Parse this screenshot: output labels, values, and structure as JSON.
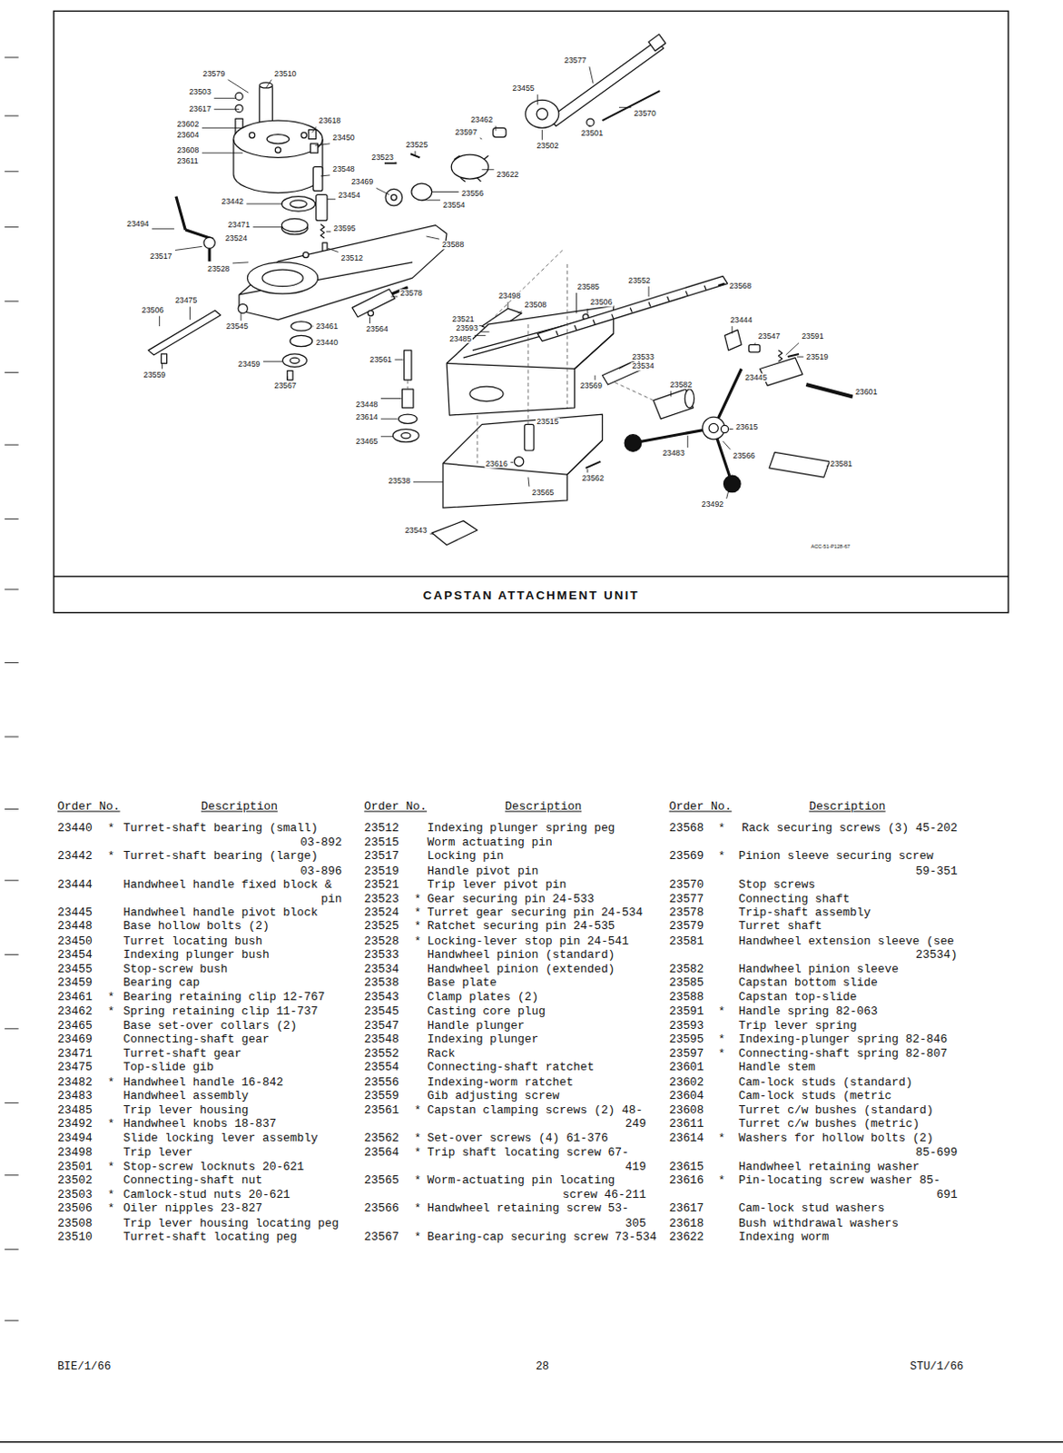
{
  "diagram": {
    "title": "CAPSTAN ATTACHMENT UNIT",
    "labels": [
      "23579",
      "23510",
      "23503",
      "23617",
      "23602",
      "23604",
      "23608",
      "23611",
      "23618",
      "23450",
      "23525",
      "23523",
      "23548",
      "23469",
      "23454",
      "23442",
      "23471",
      "23595",
      "23524",
      "23494",
      "23517",
      "23528",
      "23512",
      "23588",
      "23577",
      "23455",
      "23462",
      "23597",
      "23570",
      "23501",
      "23502",
      "23622",
      "23556",
      "23554",
      "23475",
      "23506",
      "23545",
      "23461",
      "23440",
      "23459",
      "23567",
      "23559",
      "23578",
      "23564",
      "23498",
      "23508",
      "23521",
      "23593",
      "23485",
      "23585",
      "23506",
      "23552",
      "23568",
      "23444",
      "23547",
      "23591",
      "23519",
      "23445",
      "23601",
      "23561",
      "23533",
      "23534",
      "23569",
      "23582",
      "23448",
      "23614",
      "23465",
      "23515",
      "23615",
      "23483",
      "23566",
      "23581",
      "23616",
      "23562",
      "23538",
      "23565",
      "23492",
      "23543",
      "ACC-51-P128-67",
      "Order No.",
      "Description",
      "Order No.",
      "Description",
      "Order No.",
      "Description",
      "23440",
      "*",
      "Turret-shaft bearing (small) 03-892",
      "23442",
      "*",
      "Turret-shaft bearing (large) 03-896",
      "23444",
      "Handwheel handle fixed block & pin",
      "23445",
      "Handwheel handle pivot block",
      "23448",
      "Base hollow bolts (2)",
      "23450",
      "Turret locating bush",
      "23454",
      "Indexing plunger bush",
      "23455",
      "Stop-screw bush",
      "23459",
      "Bearing cap",
      "23461",
      "*",
      "Bearing retaining clip 12-767",
      "23462",
      "*",
      "Spring retaining clip 11-737",
      "23465",
      "Base set-over collars (2)",
      "23469",
      "Connecting-shaft gear",
      "23471",
      "Turret-shaft gear",
      "23475",
      "Top-slide gib",
      "23482",
      "*",
      "Handwheel handle 16-842",
      "23483",
      "Handwheel assembly",
      "23485",
      "Trip lever housing",
      "23492",
      "*",
      "Handwheel knobs 18-837",
      "23494",
      "Slide locking lever assembly",
      "23498",
      "Trip lever",
      "23501",
      "*",
      "Stop-screw locknuts 20-621",
      "23502",
      "Connecting-shaft nut",
      "23503",
      "*",
      "Camlock-stud nuts 20-621",
      "23506",
      "*",
      "Oiler nipples 23-827",
      "23508",
      "Trip lever housing locating peg",
      "23510",
      "Turret-shaft locating peg",
      "23512",
      "Indexing plunger spring peg",
      "23515",
      "Worm actuating pin",
      "23517",
      "Locking pin",
      "23519",
      "Handle pivot pin",
      "23521",
      "Trip lever pivot pin",
      "23523",
      "*",
      "Gear securing pin 24-533",
      "23524",
      "*",
      "Turret gear securing pin 24-534",
      "23525",
      "*",
      "Ratchet securing pin 24-535",
      "23528",
      "*",
      "Locking-lever stop pin 24-541",
      "23533",
      "Handwheel pinion (standard)",
      "23534",
      "Handwheel pinion (extended)",
      "23538",
      "Base plate",
      "23543",
      "Clamp plates (2)",
      "23545",
      "Casting core plug",
      "23547",
      "Handle plunger",
      "23548",
      "Indexing plunger",
      "23552",
      "Rack",
      "23554",
      "Connecting-shaft ratchet",
      "23556",
      "Indexing-worm ratchet",
      "23559",
      "Gib adjusting screw",
      "23561",
      "*",
      "Capstan clamping screws (2) 48-249",
      "23562",
      "*",
      "Set-over screws (4) 61-376",
      "23564",
      "*",
      "Trip shaft locating screw 67-419",
      "23565",
      "*",
      "Worm-actuating pin locating screw 46-211",
      "23566",
      "*",
      "Handwheel retaining screw 53-305",
      "23567",
      "*",
      "Bearing-cap securing screw 73-534",
      "23568",
      "*",
      "Rack securing screws (3) 45-202",
      "23569",
      "*",
      "Pinion sleeve securing screw 59-351",
      "23570",
      "Stop screws",
      "23577",
      "Connecting shaft",
      "23578",
      "Trip-shaft assembly",
      "23579",
      "Turret shaft",
      "23581",
      "Handwheel extension sleeve (see 23534)",
      "23582",
      "Handwheel pinion sleeve",
      "23585",
      "Capstan bottom slide",
      "23588",
      "Capstan top-slide",
      "23591",
      "*",
      "Handle spring 82-063",
      "23593",
      "Trip lever spring",
      "23595",
      "*",
      "Indexing-plunger spring 82-846",
      "23597",
      "*",
      "Connecting-shaft spring 82-807",
      "23601",
      "Handle stem",
      "23602",
      "Cam-lock studs (standard)",
      "23604",
      "Cam-lock studs (metric",
      "23608",
      "Turret c/w bushes (standard)",
      "23611",
      "Turret c/w bushes (metric)",
      "23614",
      "*",
      "Washers for hollow bolts (2) 85-699",
      "23615",
      "Handwheel retaining washer",
      "23616",
      "*",
      "Pin-locating screw washer 85-691",
      "23617",
      "Cam-lock stud washers",
      "23618",
      "Bush withdrawal washers",
      "23622",
      "Indexing worm",
      "BIE/1/66",
      "28",
      "STU/1/66"
    ]
  }
}
